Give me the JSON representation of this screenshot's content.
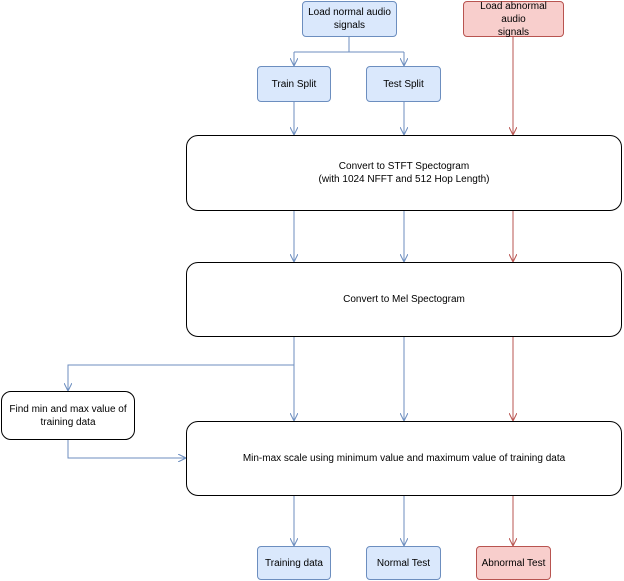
{
  "nodes": {
    "load_normal": "Load normal audio\nsignals",
    "load_abnormal": "Load abnormal audio\nsignals",
    "train_split": "Train Split",
    "test_split": "Test Split",
    "stft": "Convert to STFT Spectogram\n(with 1024 NFFT and 512 Hop Length)",
    "mel": "Convert to Mel Spectogram",
    "minmax_find": "Find min and max value of\ntraining data",
    "minmax_scale": "Min-max scale using minimum value and maximum value of training data",
    "training_data": "Training data",
    "normal_test": "Normal Test",
    "abnormal_test": "Abnormal Test"
  },
  "colors": {
    "blue_fill": "#dae8fc",
    "blue_stroke": "#6c8ebf",
    "red_fill": "#f8cecc",
    "red_stroke": "#b85450"
  }
}
